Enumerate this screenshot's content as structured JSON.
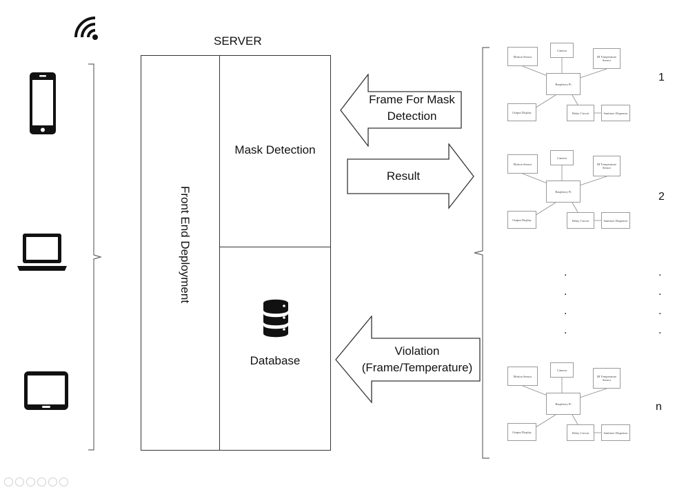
{
  "server": {
    "title": "SERVER",
    "front_end": "Front End Deployment",
    "mask_detection": "Mask Detection",
    "database": "Database"
  },
  "arrows": {
    "frame_line1": "Frame For Mask",
    "frame_line2": "Detection",
    "result": "Result",
    "violation_line1": "Violation",
    "violation_line2": "(Frame/Temperature)"
  },
  "nodes": [
    {
      "label": "1",
      "motion": "Motion Sensor",
      "camera": "Camera",
      "ir": "IR Temperature Sensor",
      "pi": "Raspberry Pi",
      "output": "Output Display",
      "relay": "Relay Circuit",
      "sanitizer": "Sanitizer Dispenser"
    },
    {
      "label": "2",
      "motion": "Motion Sensor",
      "camera": "Camera",
      "ir": "IR Temperature Sensor",
      "pi": "Raspberry Pi",
      "output": "Output Display",
      "relay": "Relay Circuit",
      "sanitizer": "Sanitizer Dispenser"
    },
    {
      "label": "n",
      "motion": "Motion Sensor",
      "camera": "Camera",
      "ir": "IR Temperature Sensor",
      "pi": "Raspberry Pi",
      "output": "Output Display",
      "relay": "Relay Circuit",
      "sanitizer": "Sanitizer Dispenser"
    }
  ],
  "icons": [
    "wifi-icon",
    "smartphone-icon",
    "laptop-icon",
    "tablet-icon",
    "database-icon"
  ]
}
